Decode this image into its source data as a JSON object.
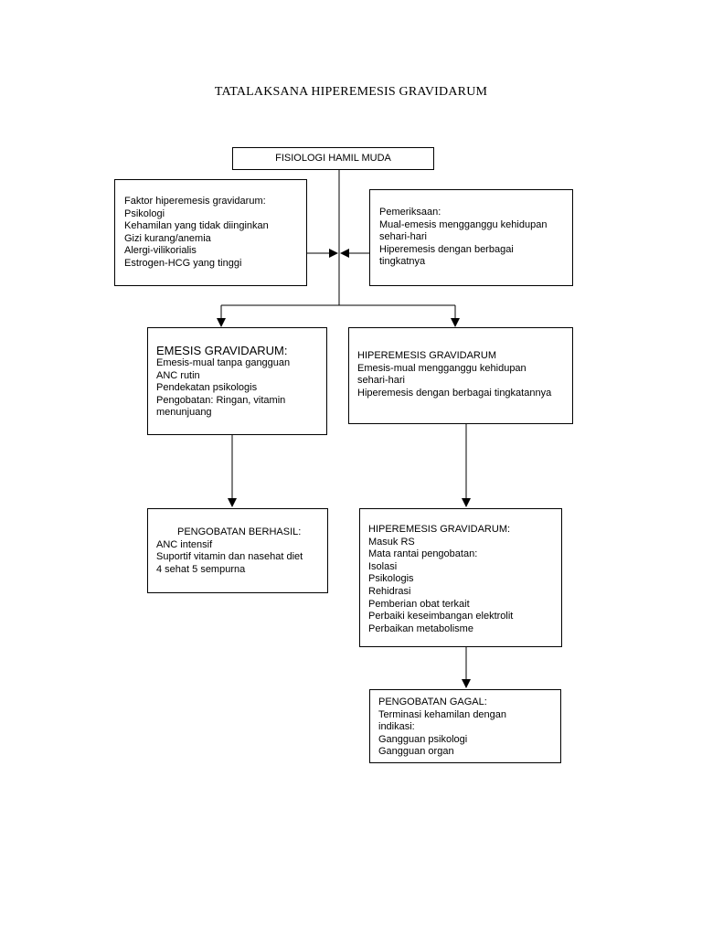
{
  "title": "TATALAKSANA HIPEREMESIS GRAVIDARUM",
  "boxes": {
    "fisiologi": {
      "lines": [
        "FISIOLOGI HAMIL MUDA"
      ]
    },
    "faktor": {
      "lines": [
        "Faktor hiperemesis gravidarum:",
        "Psikologi",
        "Kehamilan yang tidak diinginkan",
        "Gizi kurang/anemia",
        "Alergi-vilikorialis",
        "Estrogen-HCG yang tinggi"
      ]
    },
    "pemeriksaan": {
      "lines": [
        "Pemeriksaan:",
        "Mual-emesis mengganggu kehidupan",
        "sehari-hari",
        "Hiperemesis dengan berbagai",
        "tingkatnya"
      ]
    },
    "emesis": {
      "heading": "EMESIS GRAVIDARUM:",
      "lines": [
        "Emesis-mual tanpa gangguan",
        "ANC rutin",
        "Pendekatan psikologis",
        "Pengobatan: Ringan, vitamin",
        "menunjuang"
      ]
    },
    "hiperemesis1": {
      "lines": [
        "HIPEREMESIS GRAVIDARUM",
        "Emesis-mual mengganggu kehidupan",
        "sehari-hari",
        "Hiperemesis dengan berbagai tingkatannya"
      ]
    },
    "berhasil": {
      "heading": "PENGOBATAN BERHASIL:",
      "lines": [
        "ANC intensif",
        "Suportif vitamin dan nasehat diet",
        "4 sehat 5 sempurna"
      ]
    },
    "hiperemesis2": {
      "lines": [
        "HIPEREMESIS GRAVIDARUM:",
        "Masuk RS",
        "Mata rantai pengobatan:",
        "Isolasi",
        "Psikologis",
        "Rehidrasi",
        "Pemberian obat terkait",
        "Perbaiki keseimbangan elektrolit",
        "Perbaikan metabolisme"
      ]
    },
    "gagal": {
      "lines": [
        "PENGOBATAN GAGAL:",
        "Terminasi kehamilan dengan",
        "indikasi:",
        "Gangguan psikologi",
        "Gangguan organ"
      ]
    }
  }
}
